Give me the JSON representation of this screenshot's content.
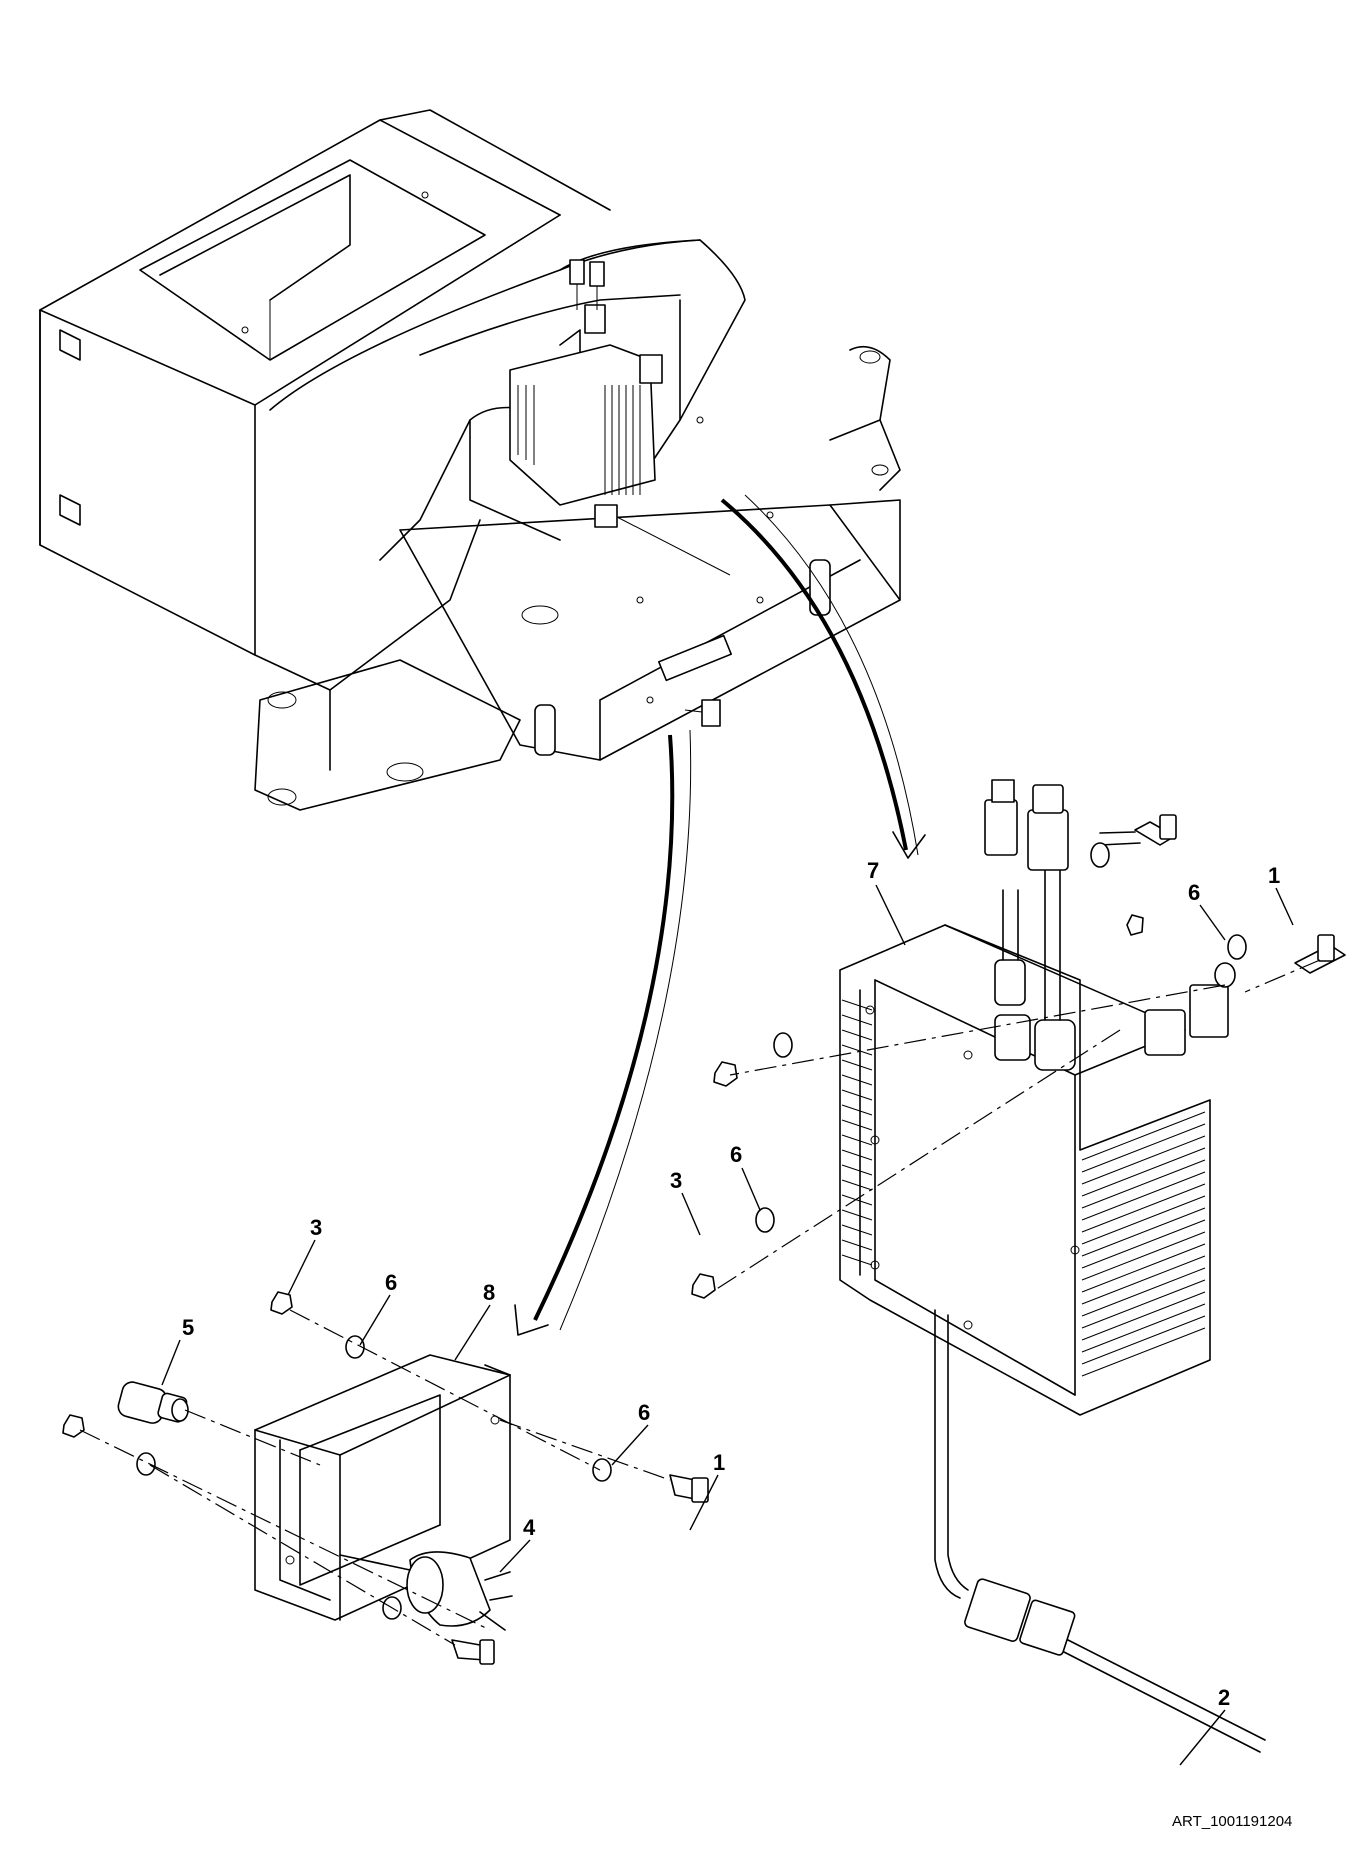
{
  "callouts": {
    "c1_top": "1",
    "c7": "7",
    "c6_top": "6",
    "c6_mid": "6",
    "c3_mid": "3",
    "c3_left": "3",
    "c6_left": "6",
    "c8": "8",
    "c5": "5",
    "c6_bot": "6",
    "c1_bot": "1",
    "c4": "4",
    "c2": "2"
  },
  "art_id": "ART_1001191204"
}
